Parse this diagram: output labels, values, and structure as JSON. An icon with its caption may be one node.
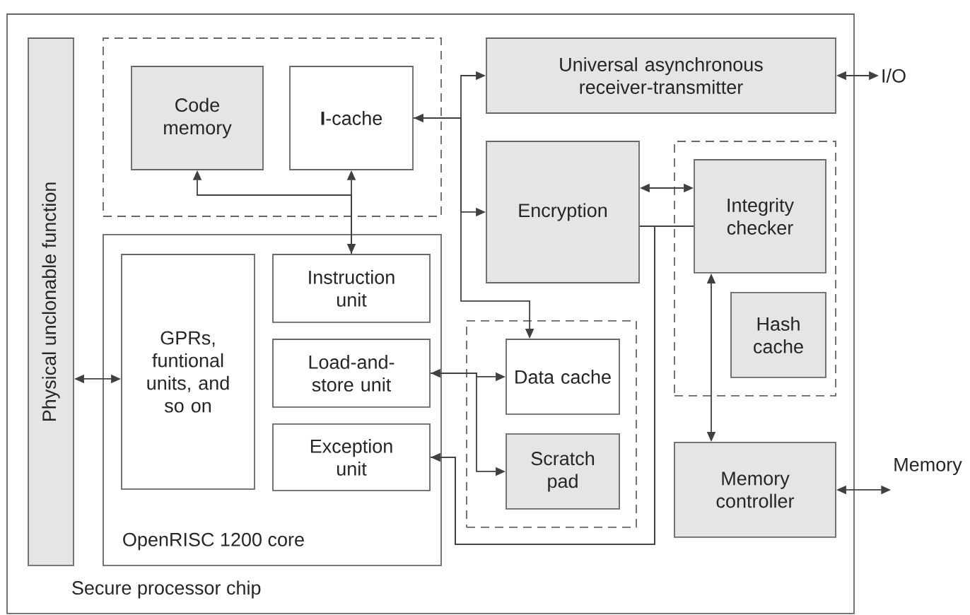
{
  "diagram": {
    "nodes": [
      {
        "text": [
          "Secure processor chip"
        ]
      },
      {
        "text": [
          "Physical unclonable function"
        ],
        "in": 0
      },
      {
        "text": [],
        "shape": "box",
        "in": 0
      },
      {
        "text": [
          "Code memory"
        ],
        "in": 2
      },
      {
        "text": [
          "**I**-cache"
        ],
        "in": 2
      },
      {
        "text": [
          "Universal asynchronous receiver-transmitter"
        ],
        "in": 0
      },
      {
        "text": [
          "Encryption"
        ],
        "in": 0
      },
      {
        "text": [],
        "shape": "box",
        "in": 0
      },
      {
        "text": [
          "Integrity checker"
        ],
        "in": 7
      },
      {
        "text": [
          "Hash cache"
        ],
        "in": 7
      },
      {
        "text": [
          "OpenRISC 1200 core"
        ],
        "in": 0
      },
      {
        "text": [
          "GPRs, funtional units, and so on"
        ],
        "in": 10
      },
      {
        "text": [
          "Instruction unit"
        ],
        "in": 10
      },
      {
        "text": [
          "Load-and-store unit"
        ],
        "in": 10
      },
      {
        "text": [
          "Exception unit"
        ],
        "in": 10
      },
      {
        "text": [],
        "shape": "box",
        "in": 0
      },
      {
        "text": [
          "Data cache"
        ],
        "in": 15
      },
      {
        "text": [
          "Scratch pad"
        ],
        "in": 15
      },
      {
        "text": [
          "Memory controller"
        ],
        "in": 0
      },
      {
        "text": [
          "I/O"
        ]
      },
      {
        "text": [
          "Memory"
        ]
      }
    ],
    "edges": [
      {
        "from": 12,
        "to": 3,
        "arrow": "to"
      },
      {
        "from": 12,
        "to": 4,
        "arrow": "both"
      },
      {
        "from": 4,
        "to": 5,
        "arrow": "both"
      },
      {
        "from": 4,
        "to": 6,
        "arrow": "to"
      },
      {
        "from": 4,
        "to": 16,
        "arrow": "to"
      },
      {
        "from": 5,
        "to": 19,
        "arrow": "both"
      },
      {
        "from": 6,
        "to": 8,
        "arrow": "both"
      },
      {
        "from": 6,
        "to": 14,
        "arrow": "none"
      },
      {
        "from": 8,
        "to": 14,
        "arrow": "to"
      },
      {
        "from": 8,
        "to": 18,
        "arrow": "both"
      },
      {
        "from": 18,
        "to": 20,
        "arrow": "both"
      },
      {
        "from": 1,
        "to": 11,
        "arrow": "both"
      },
      {
        "from": 13,
        "to": 16,
        "arrow": "both"
      },
      {
        "from": 13,
        "to": 17,
        "arrow": "to"
      }
    ]
  }
}
